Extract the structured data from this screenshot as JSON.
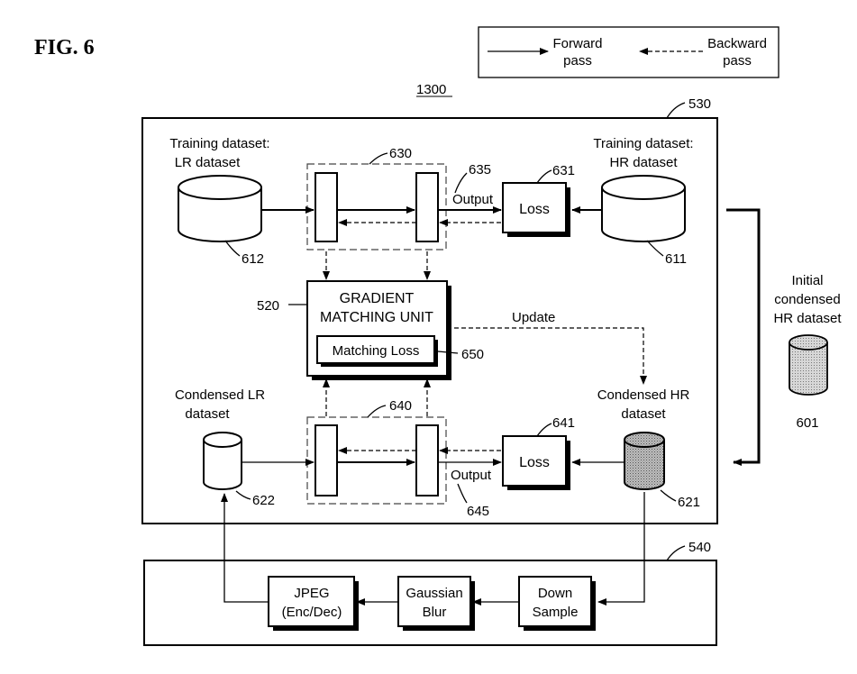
{
  "figure_label": "FIG. 6",
  "legend": {
    "forward_line1": "Forward",
    "forward_line2": "pass",
    "backward_line1": "Backward",
    "backward_line2": "pass"
  },
  "system_ref": "1300",
  "refs": {
    "training_block": "530",
    "degradation_block": "540",
    "top_network": "630",
    "bottom_network": "640",
    "top_output": "635",
    "top_loss": "631",
    "bottom_loss": "641",
    "bottom_output": "645",
    "gradient_unit": "520",
    "matching_loss": "650",
    "lr_dataset": "612",
    "hr_dataset": "611",
    "condensed_lr": "622",
    "condensed_hr": "621",
    "initial_hr": "601"
  },
  "labels": {
    "training_lr_line1": "Training dataset:",
    "training_lr_line2": "LR dataset",
    "training_hr_line1": "Training dataset:",
    "training_hr_line2": "HR dataset",
    "condensed_lr_line1": "Condensed LR",
    "condensed_lr_line2": "dataset",
    "condensed_hr_line1": "Condensed HR",
    "condensed_hr_line2": "dataset",
    "initial_line1": "Initial",
    "initial_line2": "condensed",
    "initial_line3": "HR dataset",
    "output_top": "Output",
    "output_bottom": "Output",
    "loss_top": "Loss",
    "loss_bottom": "Loss",
    "gmu_line1": "GRADIENT",
    "gmu_line2": "MATCHING UNIT",
    "matching_loss": "Matching Loss",
    "update": "Update",
    "jpeg_line1": "JPEG",
    "jpeg_line2": "(Enc/Dec)",
    "gaussian_line1": "Gaussian",
    "gaussian_line2": "Blur",
    "down_line1": "Down",
    "down_line2": "Sample"
  }
}
